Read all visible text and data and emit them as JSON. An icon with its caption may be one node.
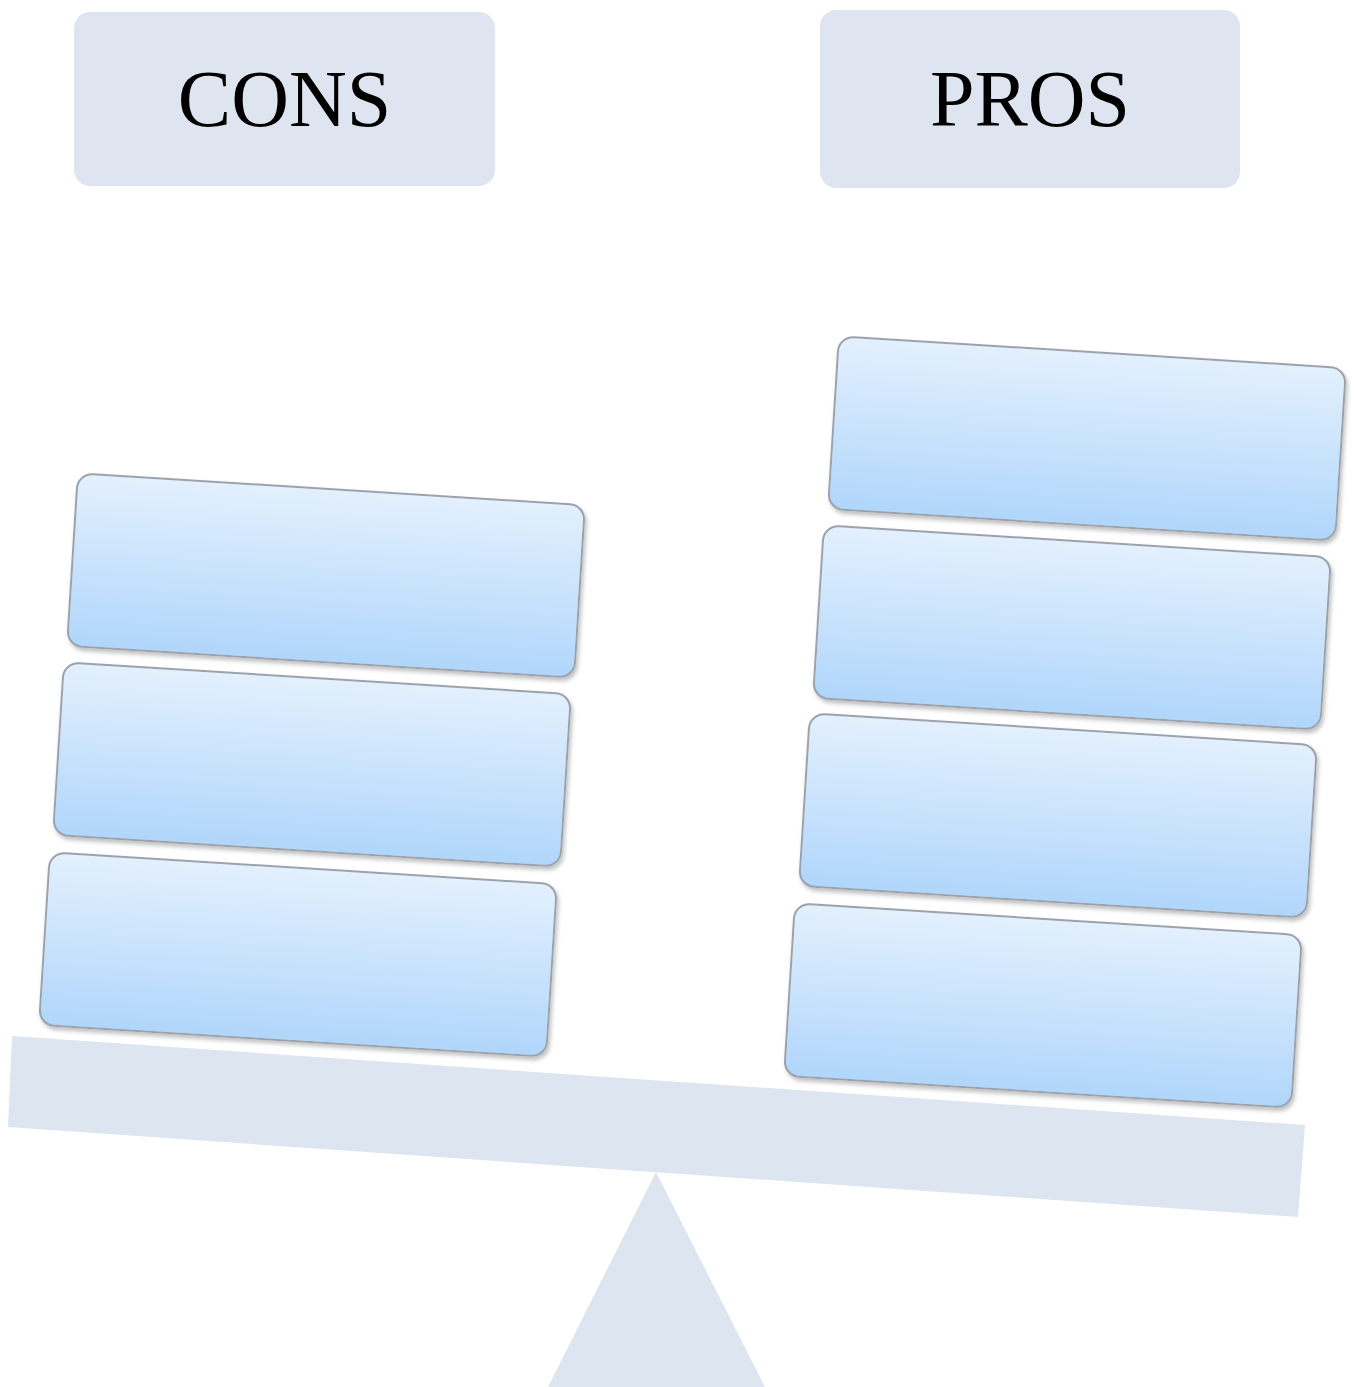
{
  "diagram": {
    "nodes": [
      {
        "text": [
          "CONS"
        ]
      },
      {
        "text": [
          "PROS"
        ]
      },
      {
        "text": [],
        "shape": "box"
      },
      {
        "text": [],
        "shape": "box"
      },
      {
        "text": [],
        "shape": "box"
      },
      {
        "text": [],
        "shape": "box"
      },
      {
        "text": [],
        "shape": "box"
      },
      {
        "text": [],
        "shape": "box"
      },
      {
        "text": [],
        "shape": "box"
      }
    ]
  }
}
